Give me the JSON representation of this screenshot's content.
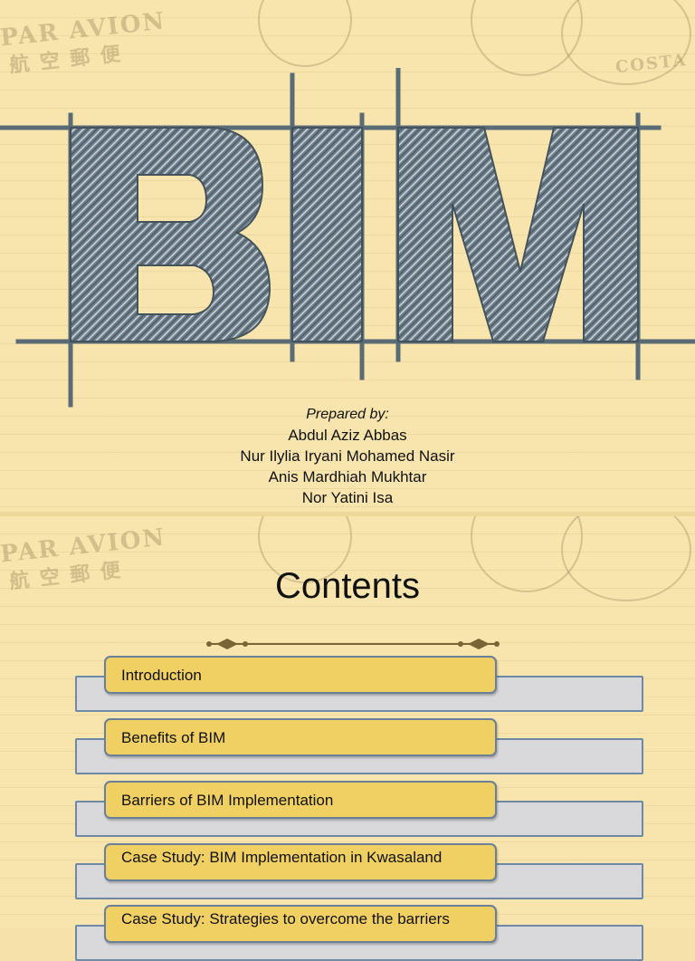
{
  "cover": {
    "title_letters": [
      "B",
      "I",
      "M"
    ],
    "prepared_label": "Prepared by:",
    "authors": [
      "Abdul Aziz Abbas",
      "Nur Ilylia Iryani Mohamed Nasir",
      "Anis Mardhiah Mukhtar",
      "Nor Yatini Isa"
    ]
  },
  "contents": {
    "title": "Contents",
    "items": [
      {
        "label": "Introduction"
      },
      {
        "label": "Benefits of BIM"
      },
      {
        "label": "Barriers of BIM Implementation"
      },
      {
        "label": "Case Study: BIM Implementation in Kwasaland"
      },
      {
        "label": "Case Study: Strategies to overcome the barriers"
      }
    ]
  },
  "colors": {
    "paper": "#f7e5ad",
    "slate": "#5a6b78",
    "item_front": "#f0cf63",
    "item_back": "#d9d9dc"
  }
}
